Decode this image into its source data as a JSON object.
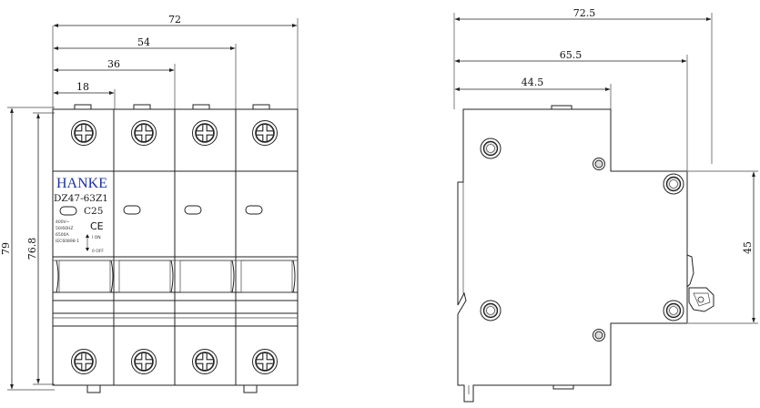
{
  "front_view": {
    "dimensions": {
      "total_width": "72",
      "three_pole_width": "54",
      "two_pole_width": "36",
      "single_pole_width": "18",
      "total_height": "79",
      "body_height": "76.8"
    },
    "label": {
      "brand": "HANKE",
      "model": "DZ47-63Z1",
      "rating": "C25",
      "ce_mark": "CE",
      "spec_lines": [
        "400V~",
        "50/60HZ",
        "6500A",
        "IEC60898-1"
      ],
      "on_label": "I ON",
      "off_label": "0 OFF"
    }
  },
  "side_view": {
    "dimensions": {
      "depth_total": "72.5",
      "depth_front": "65.5",
      "depth_rail": "44.5",
      "front_face_height": "45"
    }
  },
  "colors": {
    "brand": "#1a2fa8",
    "line": "#222222",
    "knob_fill": "#f2f2f2"
  }
}
